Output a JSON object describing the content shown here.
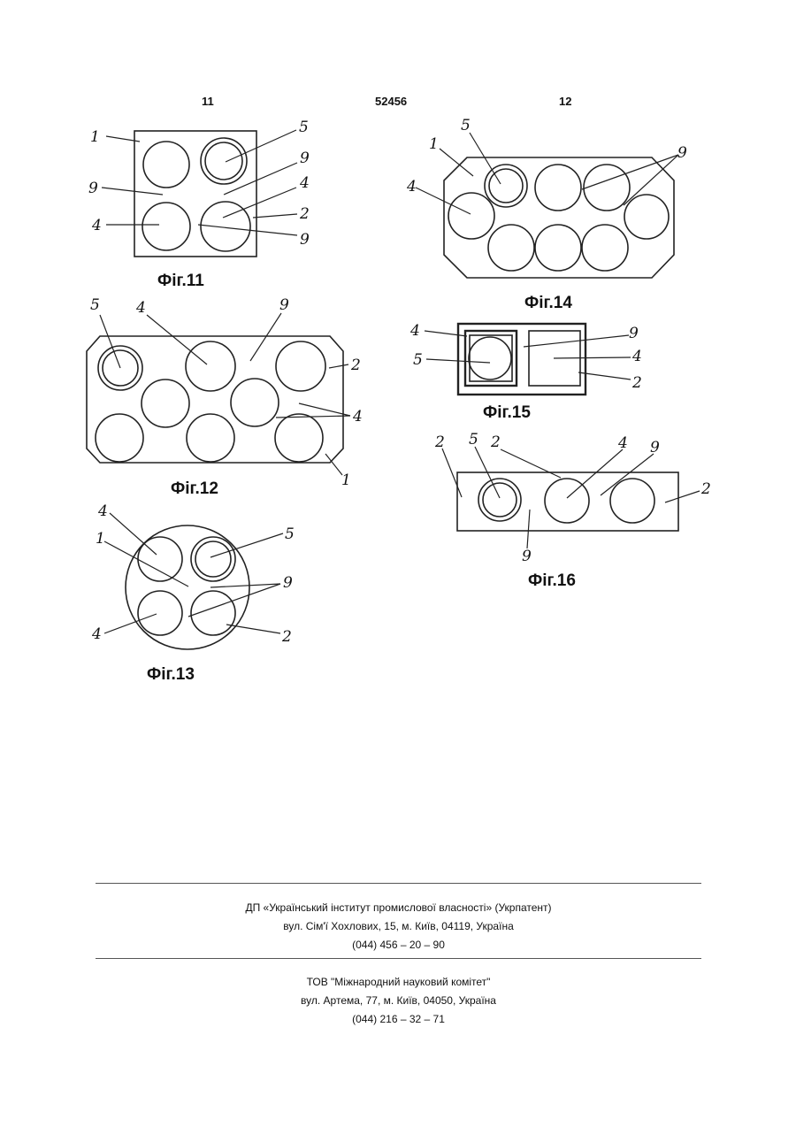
{
  "header": {
    "page_left": "11",
    "patent_number": "52456",
    "page_right": "12"
  },
  "figures": {
    "fig11": {
      "caption": "Фіг.11",
      "labels": [
        "1",
        "5",
        "9",
        "9",
        "4",
        "4",
        "2",
        "9"
      ]
    },
    "fig12": {
      "caption": "Фіг.12",
      "labels": [
        "5",
        "4",
        "9",
        "2",
        "4",
        "1"
      ]
    },
    "fig13": {
      "caption": "Фіг.13",
      "labels": [
        "4",
        "5",
        "1",
        "9",
        "4",
        "2"
      ]
    },
    "fig14": {
      "caption": "Фіг.14",
      "labels": [
        "5",
        "1",
        "9",
        "4"
      ]
    },
    "fig15": {
      "caption": "Фіг.15",
      "labels": [
        "4",
        "9",
        "5",
        "4",
        "2"
      ]
    },
    "fig16": {
      "caption": "Фіг.16",
      "labels": [
        "2",
        "5",
        "2",
        "4",
        "9",
        "2",
        "9"
      ]
    }
  },
  "footer": {
    "publisher": {
      "name": "ДП «Український інститут промислової власності» (Укрпатент)",
      "address": "вул. Сім'ї Хохлових, 15, м. Київ, 04119, Україна",
      "phone": "(044) 456 – 20 – 90"
    },
    "printer": {
      "name": "ТОВ \"Міжнародний науковий комітет\"",
      "address": "вул. Артема, 77, м. Київ, 04050, Україна",
      "phone": "(044) 216 – 32 – 71"
    }
  }
}
